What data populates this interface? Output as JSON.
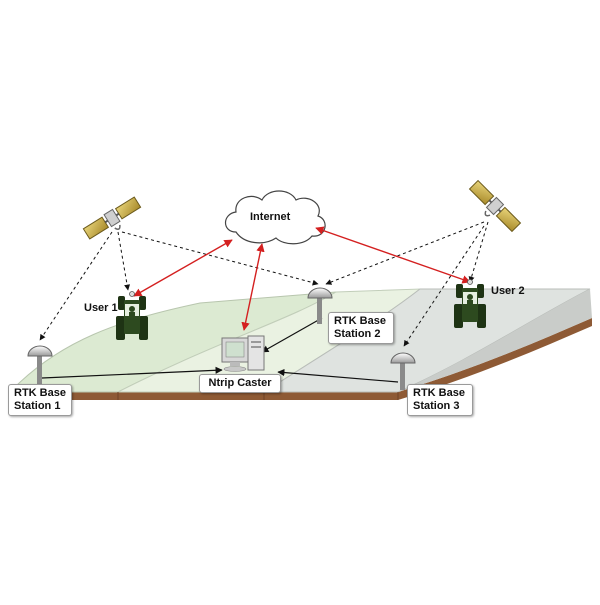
{
  "labels": {
    "internet": "Internet",
    "user1": "User 1",
    "user2": "User 2",
    "caster": "Ntrip Caster",
    "base1": {
      "line1": "RTK Base",
      "line2": "Station 1"
    },
    "base2": {
      "line1": "RTK Base",
      "line2": "Station 2"
    },
    "base3": {
      "line1": "RTK Base",
      "line2": "Station 3"
    }
  },
  "colors": {
    "internet_link": "#d42020",
    "gnss_link": "#111111",
    "field_left": "#dcead2",
    "field_mid": "#eaf2e2",
    "field_right": "#dfe3e0",
    "road": "#c9ccc9",
    "soil": "#8e5a35",
    "tractor": "#2d4a1f"
  },
  "icons": [
    "satellite-icon",
    "cloud-icon",
    "tractor-icon",
    "gnss-antenna-icon",
    "computer-icon"
  ]
}
